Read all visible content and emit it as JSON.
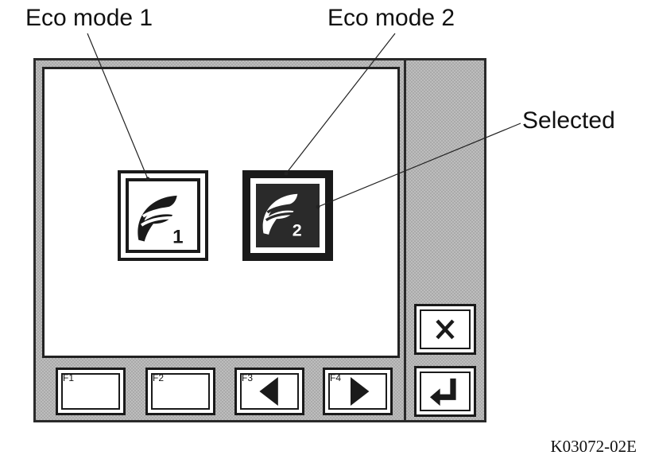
{
  "callouts": {
    "eco_mode_1": "Eco mode 1",
    "eco_mode_2": "Eco mode 2",
    "selected": "Selected"
  },
  "figure_id": "K03072-02E",
  "screen": {
    "mode_icons": [
      {
        "number": "1",
        "icon": "eco-leaf-icon",
        "selected": false
      },
      {
        "number": "2",
        "icon": "eco-leaf-icon",
        "selected": true
      }
    ]
  },
  "function_keys": [
    {
      "label": "F1",
      "icon": ""
    },
    {
      "label": "F2",
      "icon": ""
    },
    {
      "label": "F3",
      "icon": "arrow-left-icon"
    },
    {
      "label": "F4",
      "icon": "arrow-right-icon"
    }
  ],
  "side_keys": [
    {
      "icon": "close-icon"
    },
    {
      "icon": "enter-return-icon"
    }
  ],
  "colors": {
    "frame": "#2a2a2a",
    "selected_fill": "#2a2a2a",
    "screen_bg": "#ffffff"
  }
}
